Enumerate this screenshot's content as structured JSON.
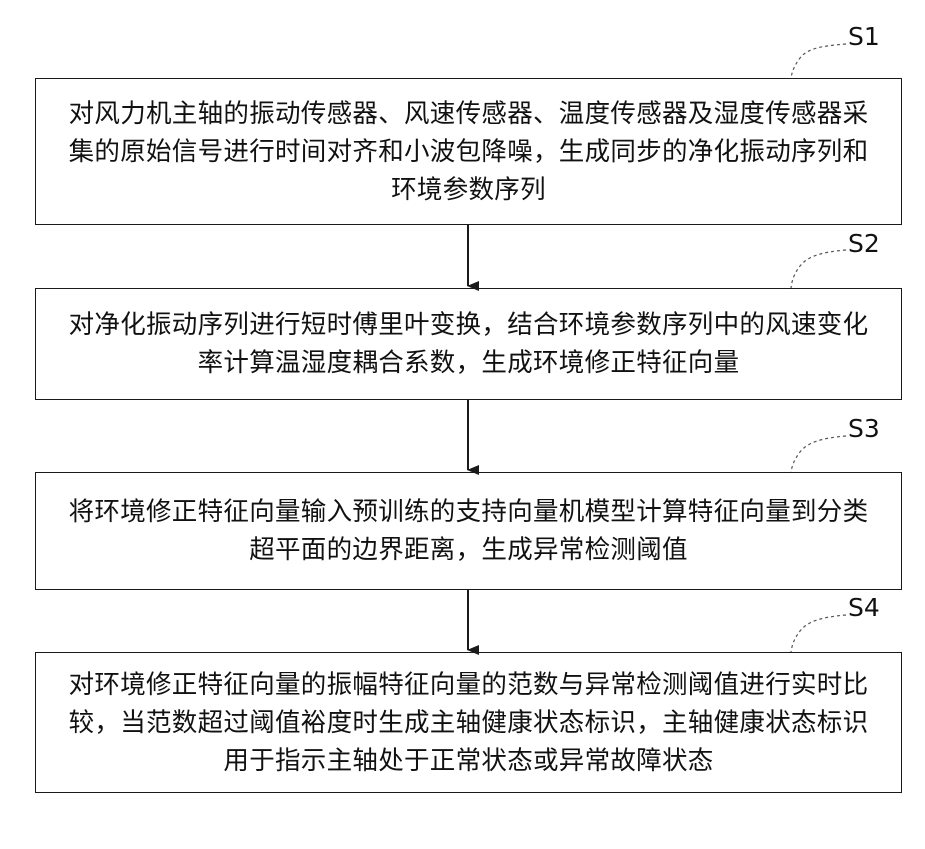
{
  "steps": [
    {
      "label": "S1",
      "text": "对风力机主轴的振动传感器、风速传感器、温度传感器及湿度传感器采集的原始信号进行时间对齐和小波包降噪，生成同步的净化振动序列和环境参数序列"
    },
    {
      "label": "S2",
      "text": "对净化振动序列进行短时傅里叶变换，结合环境参数序列中的风速变化率计算温湿度耦合系数，生成环境修正特征向量"
    },
    {
      "label": "S3",
      "text": "将环境修正特征向量输入预训练的支持向量机模型计算特征向量到分类超平面的边界距离，生成异常检测阈值"
    },
    {
      "label": "S4",
      "text": "对环境修正特征向量的振幅特征向量的范数与异常检测阈值进行实时比较，当范数超过阈值裕度时生成主轴健康状态标识，主轴健康状态标识用于指示主轴处于正常状态或异常故障状态"
    }
  ],
  "colors": {
    "line": "#1a1a1a",
    "text": "#111111",
    "background": "#ffffff"
  }
}
